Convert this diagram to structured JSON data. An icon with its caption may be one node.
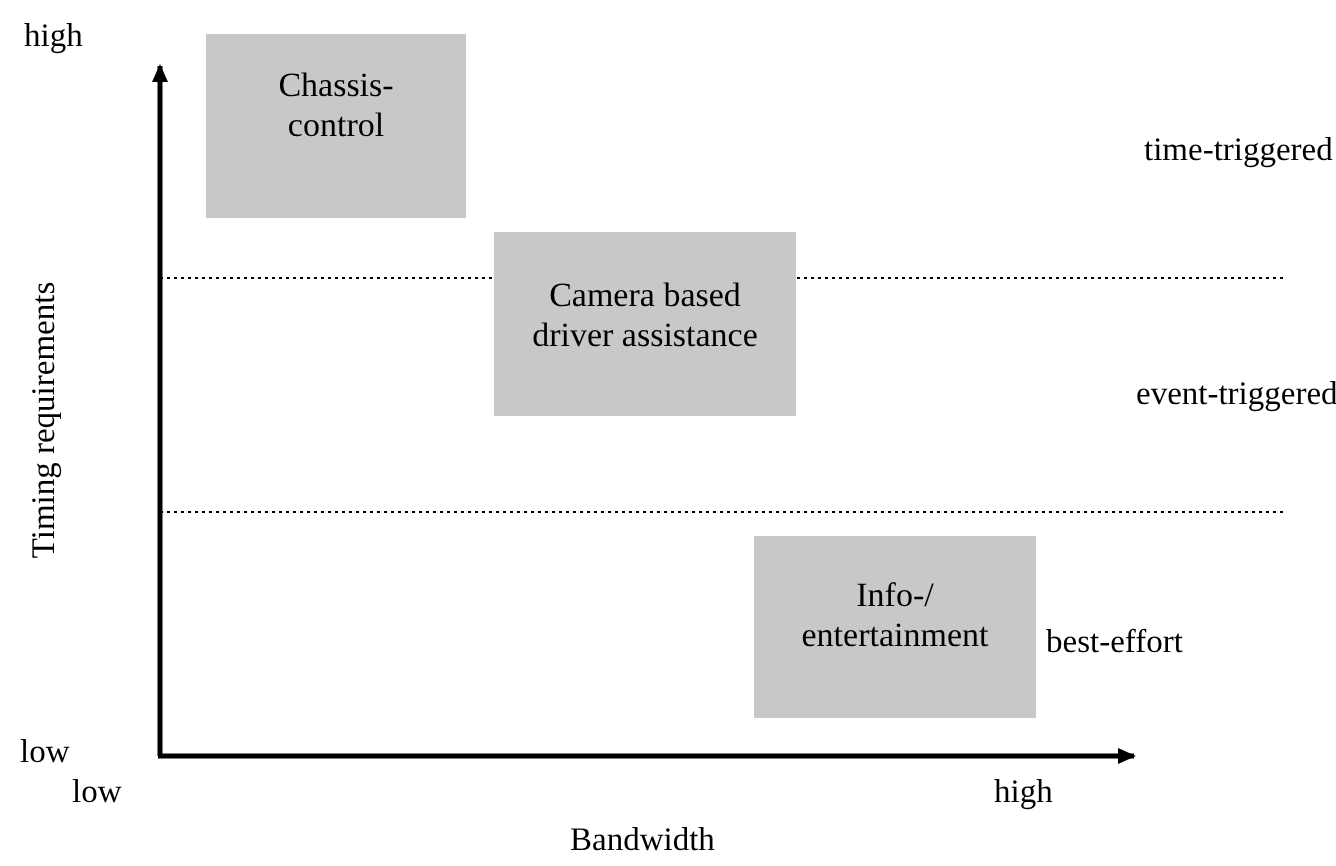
{
  "diagram": {
    "nodes": [
      {
        "text": [
          "Chassis-control"
        ]
      },
      {
        "text": [
          "Camera based driver assistance"
        ]
      },
      {
        "text": [
          "Info-/ entertainment"
        ]
      }
    ],
    "labels": [
      "high",
      "time-triggered",
      "event-triggered",
      "best-effort",
      "Timing requirements",
      "low",
      "low",
      "high",
      "Bandwidth"
    ]
  }
}
